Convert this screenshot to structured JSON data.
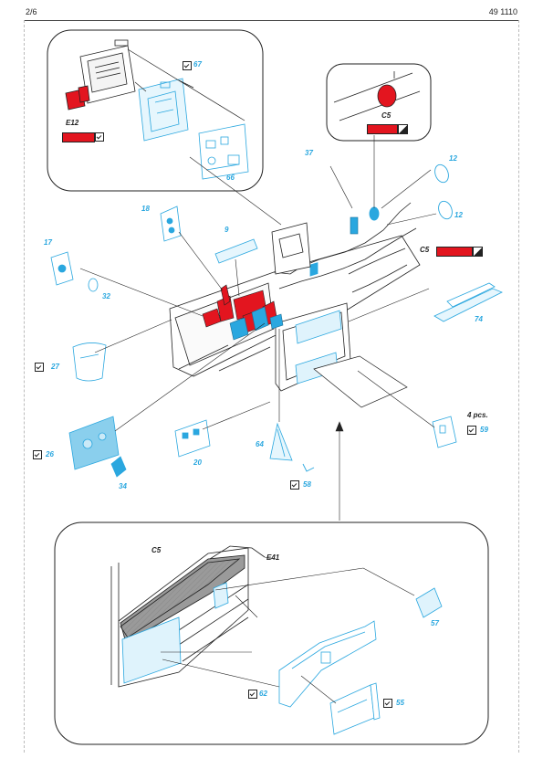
{
  "header": {
    "page": "2/6",
    "code": "49 1110"
  },
  "labels": {
    "p67": "67",
    "p66": "66",
    "e12": "E12",
    "c5_top": "C5",
    "p12a": "12",
    "p12b": "12",
    "c5_mid": "C5",
    "p37": "37",
    "p18": "18",
    "p9": "9",
    "p17": "17",
    "p32": "32",
    "p74": "74",
    "p27": "27",
    "p26": "26",
    "p20": "20",
    "p64": "64",
    "p34": "34",
    "p58": "58",
    "pcs": "4 pcs.",
    "p59": "59",
    "c5_bot": "C5",
    "e41": "E41",
    "p57": "57",
    "p62": "62",
    "p55": "55"
  },
  "colors": {
    "photo_etch": "#2aa7df",
    "paint_red": "#e3151f",
    "line": "#222222",
    "pe_fill": "#e6f6fd"
  }
}
